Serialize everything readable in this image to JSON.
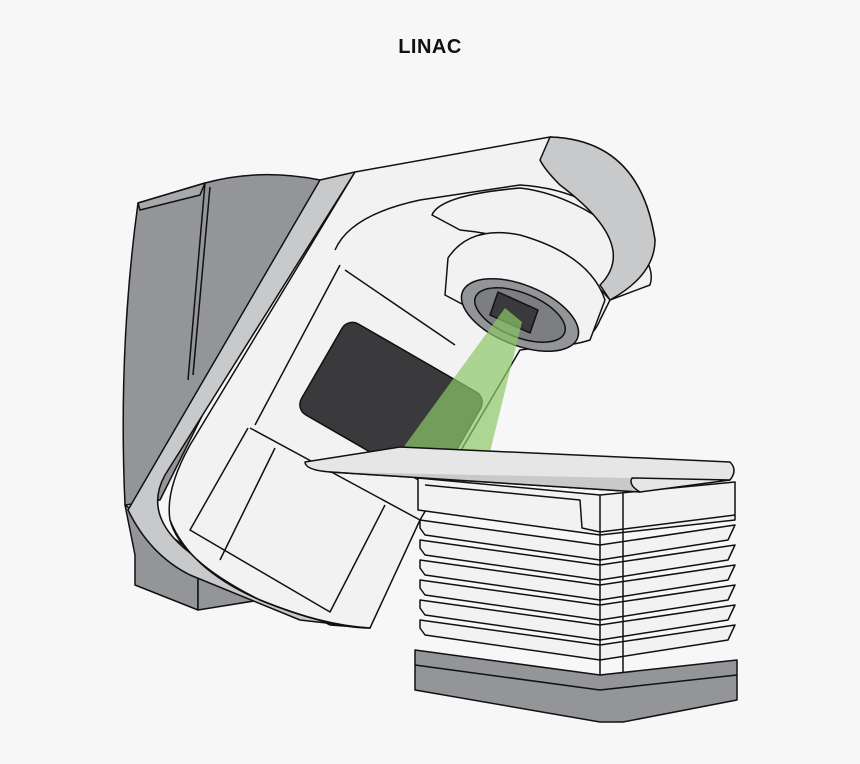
{
  "title": "LINAC",
  "illustration": {
    "subject": "linear-accelerator-machine",
    "parts": [
      "gantry",
      "treatment-head",
      "radiation-beam",
      "treatment-couch",
      "couch-base-bellows",
      "gantry-stand"
    ]
  },
  "colors": {
    "background": "#f7f7f7",
    "outline": "#111111",
    "light_panel": "#f2f2f2",
    "mid_gray": "#c8c9cb",
    "dark_gray": "#939598",
    "screen": "#3a3a3c",
    "beam": "#8cc866"
  }
}
